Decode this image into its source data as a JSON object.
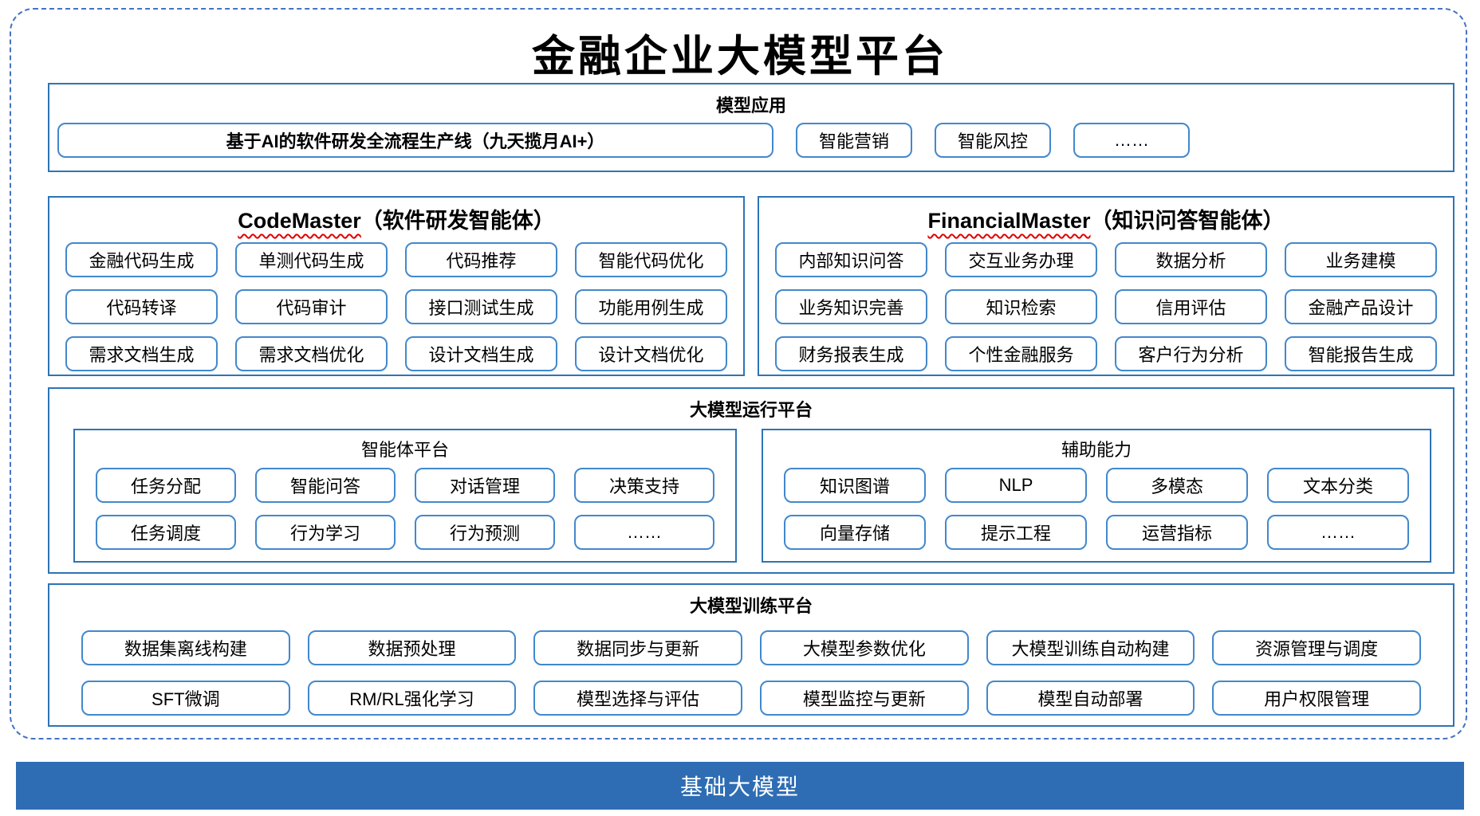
{
  "title": "金融企业大模型平台",
  "colors": {
    "section_border": "#2E74B5",
    "item_border": "#4288CC",
    "dashed_frame": "#4472C4",
    "base_bar_bg": "#2E6DB4",
    "spellcheck_underline": "#E00000"
  },
  "model_app": {
    "header": "模型应用",
    "main_item": "基于AI的软件研发全流程生产线（九天揽月AI+）",
    "items": [
      "智能营销",
      "智能风控",
      "……"
    ]
  },
  "agents": [
    {
      "name_en": "CodeMaster",
      "name_suffix": "（软件研发智能体）",
      "items": [
        "金融代码生成",
        "单测代码生成",
        "代码推荐",
        "智能代码优化",
        "代码转译",
        "代码审计",
        "接口测试生成",
        "功能用例生成",
        "需求文档生成",
        "需求文档优化",
        "设计文档生成",
        "设计文档优化"
      ]
    },
    {
      "name_en": "FinancialMaster",
      "name_suffix": "（知识问答智能体）",
      "items": [
        "内部知识问答",
        "交互业务办理",
        "数据分析",
        "业务建模",
        "业务知识完善",
        "知识检索",
        "信用评估",
        "金融产品设计",
        "财务报表生成",
        "个性金融服务",
        "客户行为分析",
        "智能报告生成"
      ]
    }
  ],
  "runtime": {
    "header": "大模型运行平台",
    "groups": [
      {
        "label": "智能体平台",
        "items": [
          "任务分配",
          "智能问答",
          "对话管理",
          "决策支持",
          "任务调度",
          "行为学习",
          "行为预测",
          "……"
        ]
      },
      {
        "label": "辅助能力",
        "items": [
          "知识图谱",
          "NLP",
          "多模态",
          "文本分类",
          "向量存储",
          "提示工程",
          "运营指标",
          "……"
        ]
      }
    ]
  },
  "training": {
    "header": "大模型训练平台",
    "items": [
      "数据集离线构建",
      "数据预处理",
      "数据同步与更新",
      "大模型参数优化",
      "大模型训练自动构建",
      "资源管理与调度",
      "SFT微调",
      "RM/RL强化学习",
      "模型选择与评估",
      "模型监控与更新",
      "模型自动部署",
      "用户权限管理"
    ]
  },
  "base_model": {
    "label": "基础大模型"
  }
}
